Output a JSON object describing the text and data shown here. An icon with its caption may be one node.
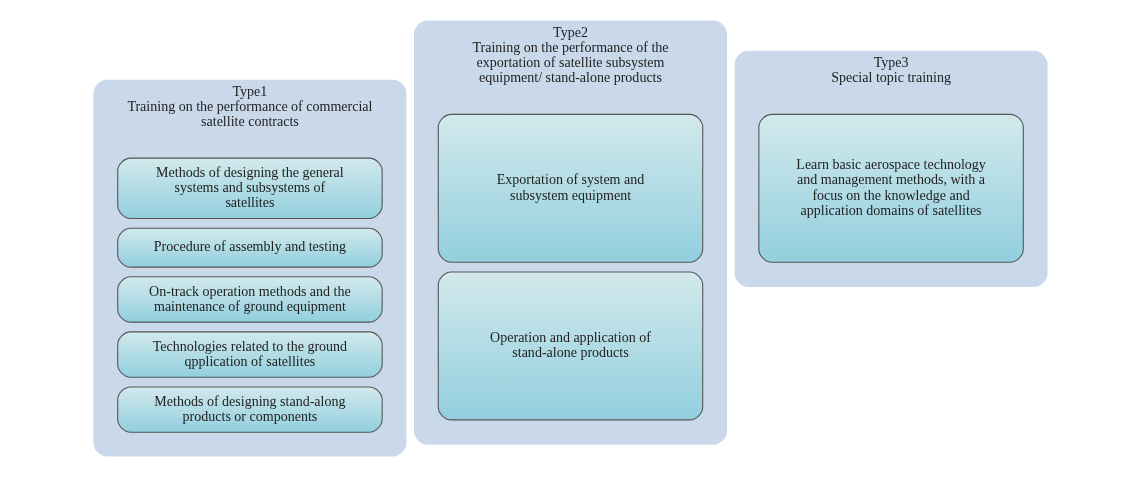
{
  "diagram": {
    "nodes": [
      {
        "text": [
          "Type1",
          "Training on the performance of commercial satellite contracts"
        ]
      },
      {
        "text": [
          "Methods of designing the general systems and subsystems of satellites"
        ],
        "in": 0
      },
      {
        "text": [
          "Procedure of assembly and testing"
        ],
        "in": 0
      },
      {
        "text": [
          "On-track operation methods and the maintenance of ground equipment"
        ],
        "in": 0
      },
      {
        "text": [
          "Technologies related to the ground qpplication of satellites"
        ],
        "in": 0
      },
      {
        "text": [
          "Methods of designing stand-along products or components"
        ],
        "in": 0
      },
      {
        "text": [
          "Type2",
          "Training on the performance of the exportation of satellite subsystem equipment/ stand-alone products"
        ]
      },
      {
        "text": [
          "Exportation of system and subsystem equipment"
        ],
        "in": 6
      },
      {
        "text": [
          "Operation and application of stand-alone products"
        ],
        "in": 6
      },
      {
        "text": [
          "Type3",
          "Special topic training"
        ]
      },
      {
        "text": [
          "Learn basic aerospace technology and management methods, with a focus on the knowledge and application domains of satellites"
        ],
        "in": 9
      }
    ]
  }
}
